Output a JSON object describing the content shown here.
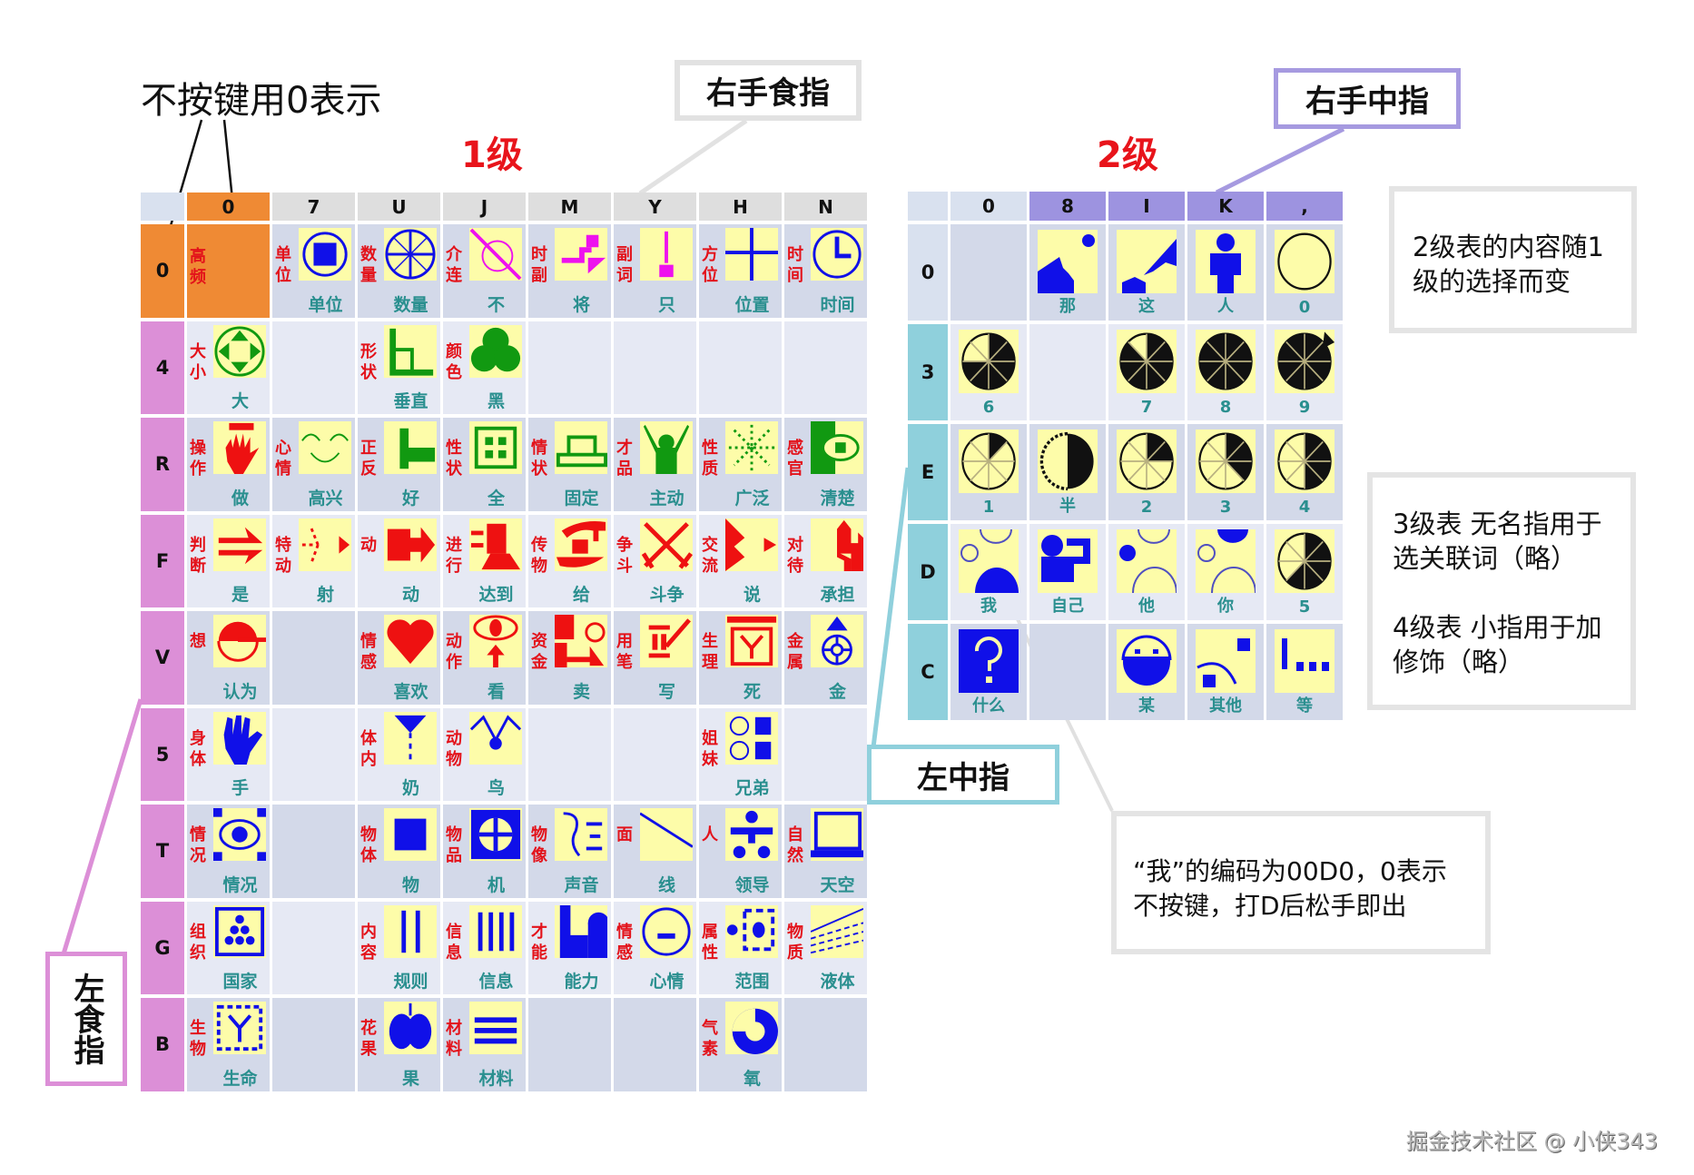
{
  "annotations": {
    "no_key_label": "不按键用0表示",
    "right_index": "右手食指",
    "right_middle": "右手中指",
    "left_index": "左食指",
    "left_middle": "左中指",
    "level1_title": "1级",
    "level2_title": "2级",
    "note_level2": "2级表的内容随1级的选择而变",
    "note_level34_a": "3级表 无名指用于选关联词（略）",
    "note_level34_b": "4级表 小指用于加修饰（略）",
    "note_example": "“我”的编码为00D0，0表示不按键，打D后松手即出",
    "watermark": "掘金技术社区 @ 小侠343"
  },
  "colors": {
    "level1_highlight": "#ef8a34",
    "left_index_rows": "#dc8fd7",
    "right_middle_cols": "#9d93e0",
    "left_middle_rows": "#8fd0dc",
    "category_text": "#e3121a",
    "word_text": "#2a8f8f",
    "icon_bg": "#fdfca9"
  },
  "level1": {
    "columns": [
      "0",
      "7",
      "U",
      "J",
      "M",
      "Y",
      "H",
      "N"
    ],
    "rows": [
      {
        "key": "0",
        "cells": [
          {
            "cat": "高频",
            "word": "",
            "icon": "none"
          },
          {
            "cat": "单位",
            "word": "单位",
            "icon": "circle-square"
          },
          {
            "cat": "数量",
            "word": "数量",
            "icon": "wheel"
          },
          {
            "cat": "介连",
            "word": "不",
            "icon": "crossed-circle"
          },
          {
            "cat": "时副",
            "word": "将",
            "icon": "arrow-shape"
          },
          {
            "cat": "副词",
            "word": "只",
            "icon": "exclaim"
          },
          {
            "cat": "方位",
            "word": "位置",
            "icon": "cross"
          },
          {
            "cat": "时间",
            "word": "时间",
            "icon": "clock"
          }
        ]
      },
      {
        "key": "4",
        "cells": [
          {
            "cat": "大小",
            "word": "大",
            "icon": "dpad"
          },
          {
            "cat": "",
            "word": "",
            "icon": "none"
          },
          {
            "cat": "形状",
            "word": "垂直",
            "icon": "right-angle"
          },
          {
            "cat": "颜色",
            "word": "黑",
            "icon": "clover"
          },
          {
            "cat": "",
            "word": "",
            "icon": "none"
          },
          {
            "cat": "",
            "word": "",
            "icon": "none"
          },
          {
            "cat": "",
            "word": "",
            "icon": "none"
          },
          {
            "cat": "",
            "word": "",
            "icon": "none"
          }
        ]
      },
      {
        "key": "R",
        "cells": [
          {
            "cat": "操作",
            "word": "做",
            "icon": "red-hand"
          },
          {
            "cat": "心情",
            "word": "高兴",
            "icon": "smile"
          },
          {
            "cat": "正反",
            "word": "好",
            "icon": "thumb"
          },
          {
            "cat": "性状",
            "word": "全",
            "icon": "four-squares"
          },
          {
            "cat": "情状",
            "word": "固定",
            "icon": "platform"
          },
          {
            "cat": "才品",
            "word": "主动",
            "icon": "person-up"
          },
          {
            "cat": "性质",
            "word": "广泛",
            "icon": "burst"
          },
          {
            "cat": "感官",
            "word": "清楚",
            "icon": "eye-green"
          }
        ]
      },
      {
        "key": "F",
        "cells": [
          {
            "cat": "判断",
            "word": "是",
            "icon": "double-arrow"
          },
          {
            "cat": "特动",
            "word": "射",
            "icon": "shoot"
          },
          {
            "cat": "动",
            "word": "动",
            "icon": "box-arrow"
          },
          {
            "cat": "进行",
            "word": "达到",
            "icon": "reach"
          },
          {
            "cat": "传物",
            "word": "给",
            "icon": "give"
          },
          {
            "cat": "争斗",
            "word": "斗争",
            "icon": "x-cross"
          },
          {
            "cat": "交流",
            "word": "说",
            "icon": "speak"
          },
          {
            "cat": "对待",
            "word": "承担",
            "icon": "bear"
          }
        ]
      },
      {
        "key": "V",
        "cells": [
          {
            "cat": "想",
            "word": "认为",
            "icon": "think"
          },
          {
            "cat": "",
            "word": "",
            "icon": "none"
          },
          {
            "cat": "情感",
            "word": "喜欢",
            "icon": "heart"
          },
          {
            "cat": "动作",
            "word": "看",
            "icon": "look"
          },
          {
            "cat": "资金",
            "word": "卖",
            "icon": "sell"
          },
          {
            "cat": "用笔",
            "word": "写",
            "icon": "write"
          },
          {
            "cat": "生理",
            "word": "死",
            "icon": "death"
          },
          {
            "cat": "金属",
            "word": "金",
            "icon": "gold"
          }
        ]
      },
      {
        "key": "5",
        "cells": [
          {
            "cat": "身体",
            "word": "手",
            "icon": "blue-hand"
          },
          {
            "cat": "",
            "word": "",
            "icon": "none"
          },
          {
            "cat": "体内",
            "word": "奶",
            "icon": "milk"
          },
          {
            "cat": "动物",
            "word": "鸟",
            "icon": "bird"
          },
          {
            "cat": "",
            "word": "",
            "icon": "none"
          },
          {
            "cat": "",
            "word": "",
            "icon": "none"
          },
          {
            "cat": "姐妹",
            "word": "兄弟",
            "icon": "siblings"
          },
          {
            "cat": "",
            "word": "",
            "icon": "none"
          }
        ]
      },
      {
        "key": "T",
        "cells": [
          {
            "cat": "情况",
            "word": "情况",
            "icon": "situation"
          },
          {
            "cat": "",
            "word": "",
            "icon": "none"
          },
          {
            "cat": "物体",
            "word": "物",
            "icon": "blue-square"
          },
          {
            "cat": "物品",
            "word": "机",
            "icon": "machine"
          },
          {
            "cat": "物像",
            "word": "声音",
            "icon": "ear"
          },
          {
            "cat": "面",
            "word": "线",
            "icon": "line"
          },
          {
            "cat": "人",
            "word": "领导",
            "icon": "leader"
          },
          {
            "cat": "自然",
            "word": "天空",
            "icon": "sky"
          }
        ]
      },
      {
        "key": "G",
        "cells": [
          {
            "cat": "组织",
            "word": "国家",
            "icon": "country"
          },
          {
            "cat": "",
            "word": "",
            "icon": "none"
          },
          {
            "cat": "内容",
            "word": "规则",
            "icon": "two-bars"
          },
          {
            "cat": "信息",
            "word": "信息",
            "icon": "four-bars"
          },
          {
            "cat": "才能",
            "word": "能力",
            "icon": "ability"
          },
          {
            "cat": "情感",
            "word": "心情",
            "icon": "mood"
          },
          {
            "cat": "属性",
            "word": "范围",
            "icon": "range"
          },
          {
            "cat": "物质",
            "word": "液体",
            "icon": "liquid"
          }
        ]
      },
      {
        "key": "B",
        "cells": [
          {
            "cat": "生物",
            "word": "生命",
            "icon": "life"
          },
          {
            "cat": "",
            "word": "",
            "icon": "none"
          },
          {
            "cat": "花果",
            "word": "果",
            "icon": "fruit"
          },
          {
            "cat": "材料",
            "word": "材料",
            "icon": "three-bars"
          },
          {
            "cat": "",
            "word": "",
            "icon": "none"
          },
          {
            "cat": "",
            "word": "",
            "icon": "none"
          },
          {
            "cat": "气素",
            "word": "氧",
            "icon": "oxygen"
          },
          {
            "cat": "",
            "word": "",
            "icon": "none"
          }
        ]
      }
    ]
  },
  "level2": {
    "columns": [
      "0",
      "8",
      "I",
      "K",
      ","
    ],
    "rows": [
      {
        "key": "0",
        "cells": [
          {
            "word": "",
            "icon": "none"
          },
          {
            "word": "那",
            "icon": "that"
          },
          {
            "word": "这",
            "icon": "this"
          },
          {
            "word": "人",
            "icon": "person"
          },
          {
            "word": "0",
            "icon": "pie-0"
          }
        ]
      },
      {
        "key": "3",
        "cells": [
          {
            "word": "6",
            "icon": "pie-6"
          },
          {
            "word": "",
            "icon": "none"
          },
          {
            "word": "7",
            "icon": "pie-7"
          },
          {
            "word": "8",
            "icon": "pie-8"
          },
          {
            "word": "9",
            "icon": "pie-9"
          }
        ]
      },
      {
        "key": "E",
        "cells": [
          {
            "word": "1",
            "icon": "pie-1"
          },
          {
            "word": "半",
            "icon": "half"
          },
          {
            "word": "2",
            "icon": "pie-2"
          },
          {
            "word": "3",
            "icon": "pie-3"
          },
          {
            "word": "4",
            "icon": "pie-4"
          }
        ]
      },
      {
        "key": "D",
        "cells": [
          {
            "word": "我",
            "icon": "me"
          },
          {
            "word": "自己",
            "icon": "self"
          },
          {
            "word": "他",
            "icon": "he"
          },
          {
            "word": "你",
            "icon": "you"
          },
          {
            "word": "5",
            "icon": "pie-5"
          }
        ]
      },
      {
        "key": "C",
        "cells": [
          {
            "word": "什么",
            "icon": "question"
          },
          {
            "word": "",
            "icon": "none"
          },
          {
            "word": "某",
            "icon": "some"
          },
          {
            "word": "其他",
            "icon": "other"
          },
          {
            "word": "等",
            "icon": "etc"
          }
        ]
      }
    ]
  }
}
